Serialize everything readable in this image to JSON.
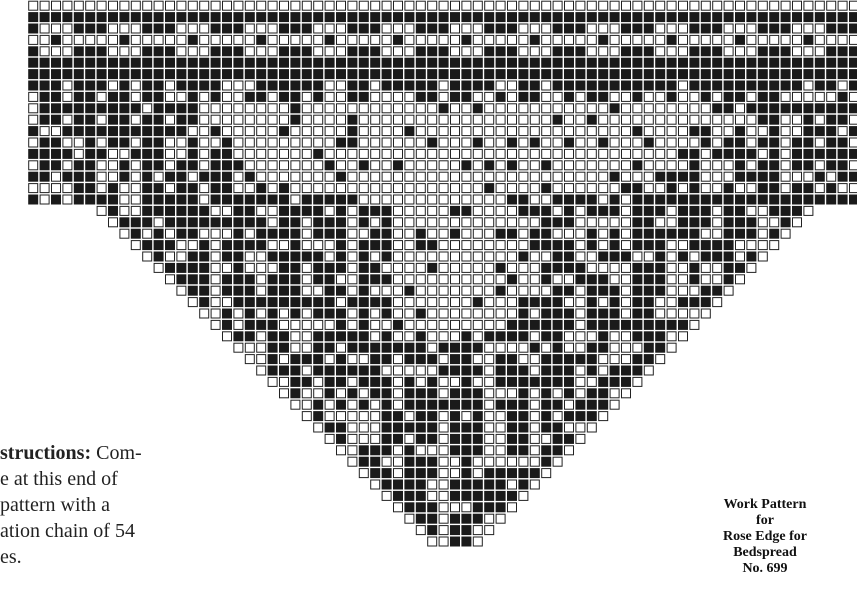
{
  "instructions": {
    "lead": "structions:",
    "line1_rest": " Com-",
    "line2": "e at this end of",
    "line3": "pattern with a",
    "line4": "ation chain of 54",
    "line5": "es."
  },
  "caption": {
    "line1": "Work Pattern",
    "line2": "for",
    "line3": "Rose Edge for",
    "line4": "Bedspread",
    "line5": "No. 699"
  },
  "colors": {
    "filled": "#1a1a1a",
    "open": "#ffffff",
    "paper": "#ffffff"
  }
}
